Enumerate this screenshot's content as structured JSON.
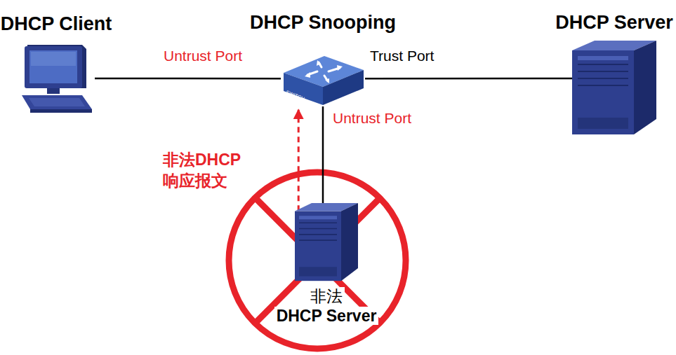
{
  "diagram": {
    "nodes": [
      {
        "text": [
          "DHCP Client"
        ]
      },
      {
        "text": [
          "DHCP Snooping"
        ]
      },
      {
        "text": [
          "DHCP Server"
        ]
      },
      {
        "text": [
          "非法",
          "DHCP Server"
        ]
      }
    ],
    "edges": [
      {
        "from": 0,
        "to": 1,
        "arrow": "none"
      },
      {
        "from": 1,
        "to": 2,
        "arrow": "none"
      },
      {
        "from": 1,
        "to": 3,
        "arrow": "none"
      },
      {
        "from": 3,
        "to": 1,
        "arrow": "to",
        "label": "非法DHCP 响应报文"
      }
    ],
    "labels": [
      "Untrust Port",
      "Trust Port",
      "Untrust Port",
      "SWITCH"
    ]
  }
}
